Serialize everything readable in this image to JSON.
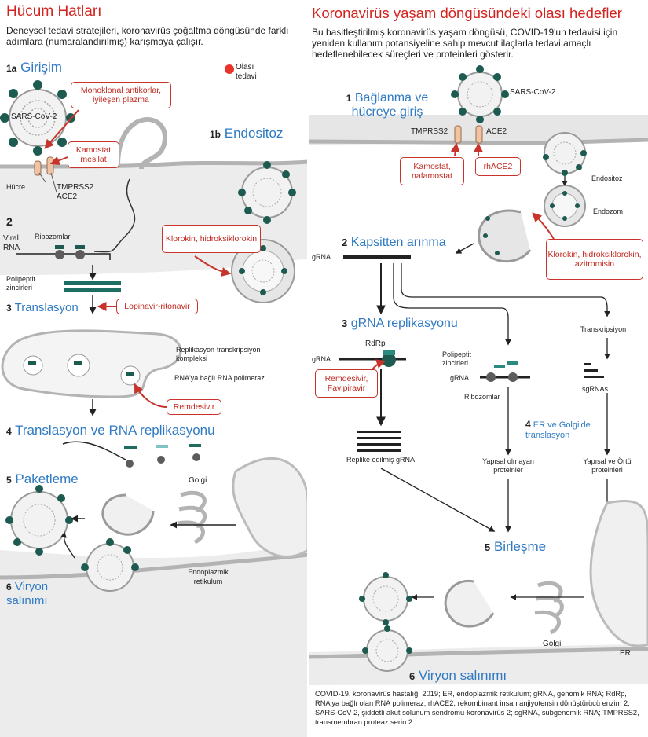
{
  "left": {
    "title": "Hücum Hatları",
    "intro": "Deneysel tedavi stratejileri, koronavirüs çoğaltma döngüsünde farklı adımlara (numaralandırılmış) karışmaya çalışır.",
    "legend": {
      "label": "Olası tedavi",
      "color": "#e8342b"
    },
    "steps": {
      "s1a": {
        "num": "1a",
        "label": "Girişim"
      },
      "s1b": {
        "num": "1b",
        "label": "Endositoz"
      },
      "s2": {
        "num": "2",
        "label": ""
      },
      "s3": {
        "num": "3",
        "label": "Translasyon"
      },
      "s4": {
        "num": "4",
        "label": "Translasyon ve RNA replikasyonu"
      },
      "s5": {
        "num": "5",
        "label": "Paketleme"
      },
      "s6": {
        "num": "6",
        "label": "Viryon salınımı"
      }
    },
    "treatments": {
      "mab": "Monoklonal antikorlar, iyileşen plazma",
      "camostat": "Kamostat mesilat",
      "chloroquine": "Klorokin, hidroksiklorokin",
      "lopinavir": "Lopinavir-ritonavir",
      "remdesivir": "Remdesivir"
    },
    "labels": {
      "sars": "SARS-CoV-2",
      "cell": "Hücre",
      "tmprss2": "TMPRSS2",
      "ace2": "ACE2",
      "viral_rna": "Viral RNA",
      "ribosomes": "Ribozomlar",
      "polypeptide": "Polipeptit zincirleri",
      "rtc": "Replikasyon-transkripsiyon kompleksi",
      "rdrp": "RNA'ya bağlı RNA polimeraz",
      "golgi": "Golgi",
      "er": "Endoplazmik retikulum"
    }
  },
  "right": {
    "title": "Koronavirüs yaşam döngüsündeki olası hedefler",
    "intro": "Bu basitleştirilmiş koronavirüs yaşam döngüsü, COVID-19'un tedavisi için yeniden kullanım potansiyeline sahip mevcut ilaçlarla tedavi amaçlı hedeflenebilecek süreçleri ve proteinleri gösterir.",
    "steps": {
      "s1": {
        "num": "1",
        "label": "Bağlanma ve hücreye giriş"
      },
      "s2": {
        "num": "2",
        "label": "Kapsitten arınma"
      },
      "s3": {
        "num": "3",
        "label": "gRNA replikasyonu"
      },
      "s4": {
        "num": "4",
        "label": "ER ve Golgi'de translasyon"
      },
      "s5": {
        "num": "5",
        "label": "Birleşme"
      },
      "s6": {
        "num": "6",
        "label": "Viryon salınımı"
      }
    },
    "treatments": {
      "camostat": "Kamostat, nafamostat",
      "rhace2": "rhACE2",
      "chloroquine": "Klorokin, hidroksiklorokin, azitromisin",
      "remdesivir": "Remdesivir, Favipiravir"
    },
    "labels": {
      "sars": "SARS-CoV-2",
      "tmprss2": "TMPRSS2",
      "ace2": "ACE2",
      "endocytosis": "Endositoz",
      "endosome": "Endozom",
      "grna": "gRNA",
      "grna2": "gRNA",
      "grna3": "gRNA",
      "rdrp": "RdRp",
      "polypeptide": "Polipeptit zincirleri",
      "ribosomes": "Ribozomlar",
      "transcription": "Transkripsiyon",
      "sgrnas": "sgRNAs",
      "replicated": "Replike edilmiş gRNA",
      "nonstructural": "Yapısal olmayan proteinler",
      "structural": "Yapısal ve Örtü proteinleri",
      "golgi": "Golgi",
      "er": "ER"
    },
    "footer": "COVID-19, koronavirüs hastalığı 2019; ER, endoplazmik retikulum; gRNA, genomik RNA; RdRp, RNA'ya bağlı olan RNA polimeraz; rhACE2, rekombinant insan anjiyotensin dönüştürücü enzim 2; SARS-CoV-2, şiddetli akut solunum sendromu-koronavirüs 2; sgRNA, subgenomik RNA; TMPRSS2, transmembran proteaz serin 2."
  },
  "colors": {
    "red": "#d2231e",
    "blue": "#2f7ac3",
    "spike": "#1d5a50",
    "membrane": "#bdbdbd"
  }
}
